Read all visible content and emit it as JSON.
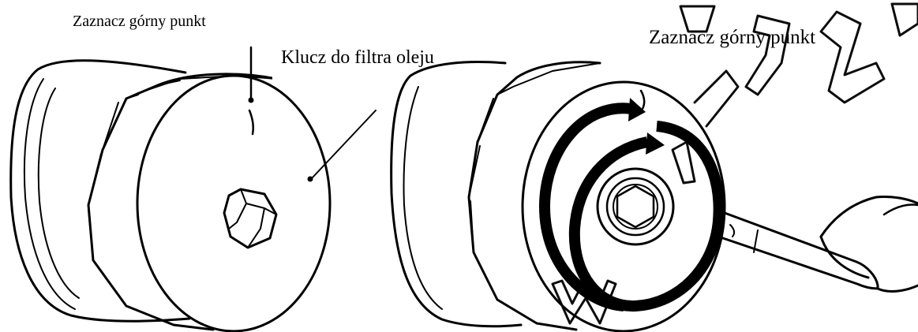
{
  "labels": {
    "left_mark_top": "Zaznacz górny punkt",
    "wrench_label": "Klucz do filtra oleju",
    "right_mark_top": "Zaznacz górny punkt"
  },
  "watermark": {
    "color": "#000000"
  },
  "icons": {
    "left_figure": "oil-filter-with-cap-wrench",
    "right_figure": "oil-filter-being-turned-with-wrench",
    "rotation_arrows": "clockwise-rotation-arrows"
  }
}
